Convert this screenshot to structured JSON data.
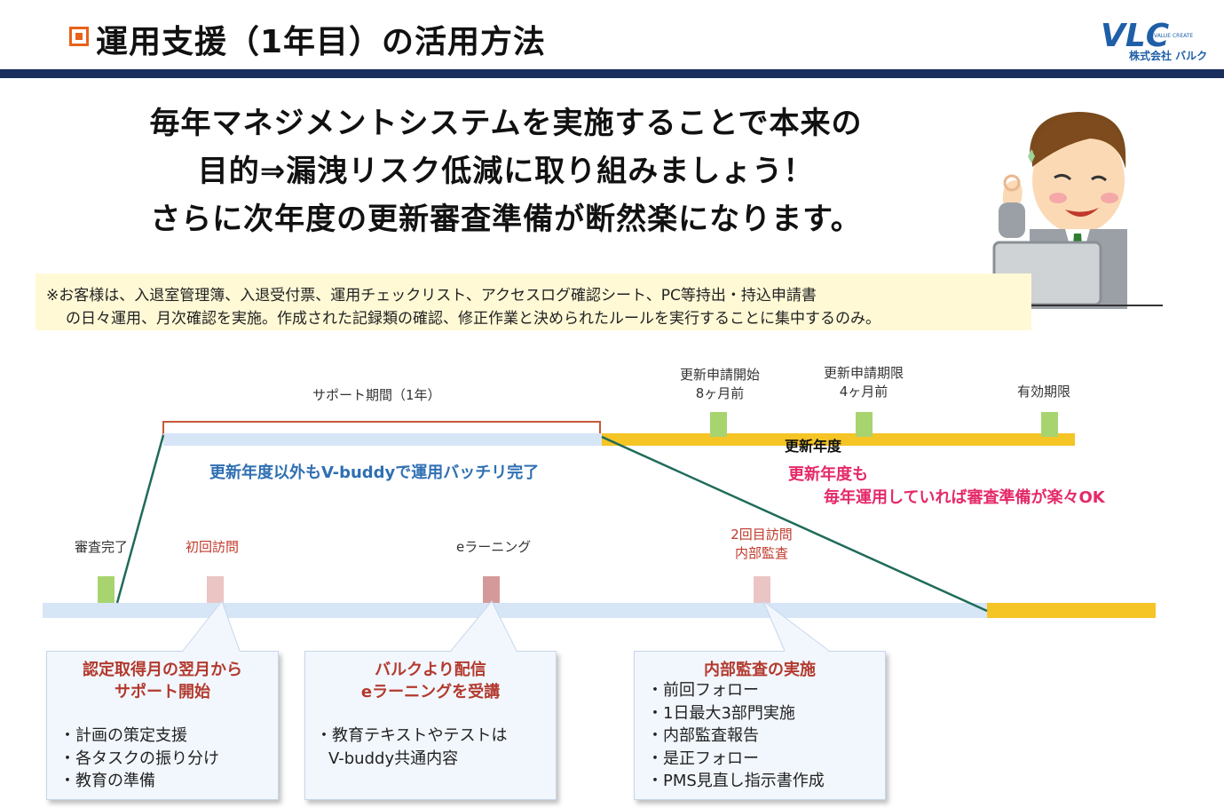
{
  "header": {
    "title": "運用支援（1年目）の活用方法",
    "logo_text": "VLC",
    "logo_sub": "VALUE CREATE",
    "logo_company": "株式会社 バルク"
  },
  "headline": {
    "line1": "毎年マネジメントシステムを実施することで本来の",
    "line2": "目的⇒漏洩リスク低減に取り組みましょう！",
    "line3": "さらに次年度の更新審査準備が断然楽になります。"
  },
  "note": {
    "line1": "※お客様は、入退室管理簿、入退受付票、運用チェックリスト、アクセスログ確認シート、PC等持出・持込申請書",
    "line2": "の日々運用、月次確認を実施。作成された記録類の確認、修正作業と決められたルールを実行することに集中するのみ。"
  },
  "timeline_top": {
    "support_period": "サポート期間（1年）",
    "renewal_start_1": "更新申請開始",
    "renewal_start_2": "8ヶ月前",
    "renewal_deadline_1": "更新申請期限",
    "renewal_deadline_2": "4ヶ月前",
    "expiry": "有効期限",
    "renewal_year": "更新年度",
    "blue_message": "更新年度以外もV-buddyで運用バッチリ完了",
    "pink_message_1": "更新年度も",
    "pink_message_2": "毎年運用していれば審査準備が楽々OK"
  },
  "timeline_bottom": {
    "audit_done": "審査完了",
    "first_visit": "初回訪問",
    "elearning": "eラーニング",
    "second_visit_1": "2回目訪問",
    "second_visit_2": "内部監査"
  },
  "callouts": [
    {
      "title_1": "認定取得月の翌月から",
      "title_2": "サポート開始",
      "items": [
        "・計画の策定支援",
        "・各タスクの振り分け",
        "・教育の準備"
      ]
    },
    {
      "title_1": "バルクより配信",
      "title_2": "eラーニングを受講",
      "items": [
        "・教育テキストやテストは",
        "V-buddy共通内容"
      ]
    },
    {
      "title_1": "内部監査の実施",
      "items": [
        "・前回フォロー",
        "・1日最大3部門実施",
        "・内部監査報告",
        "・是正フォロー",
        "・PMS見直し指示書作成"
      ]
    }
  ],
  "colors": {
    "title_rule": "#1b2f5e",
    "accent_orange": "#e8621a",
    "bar_blue": "#d6e6f7",
    "bar_yellow": "#f5c425",
    "marker_green": "#a8d46f",
    "marker_pink": "#ebc4c4",
    "connector": "#1f6b5a",
    "text_blue": "#2f6fb3",
    "text_pink": "#e5296a"
  }
}
